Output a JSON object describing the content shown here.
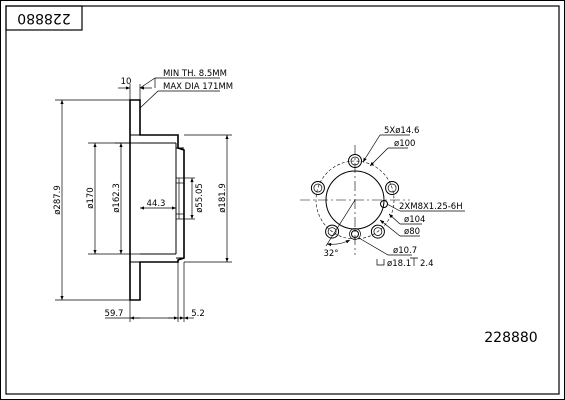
{
  "part_number_corner": "228880",
  "part_number_main": "228880",
  "side_view": {
    "width_10": "10",
    "min_thickness": "MIN TH. 8.5MM",
    "max_diameter": "MAX DIA 171MM",
    "dia_287_9": "ø287.9",
    "dia_170": "ø170",
    "dia_162_3": "ø162.3",
    "depth_44_3": "44.3",
    "dia_55_05": "ø55.05",
    "dia_181_9": "ø181.9",
    "height_59_7": "59.7",
    "offset_5_2": "5.2"
  },
  "front_view": {
    "holes_5x14_6": "5Xø14.6",
    "pcd_100": "ø100",
    "thread_holes": "2XM8X1.25-6H",
    "dia_104": "ø104",
    "dia_80": "ø80",
    "angle_32": "32°",
    "dia_10_7": "ø10.7",
    "cbore_18_1": "ø18.1",
    "depth_2_4": "2.4"
  }
}
